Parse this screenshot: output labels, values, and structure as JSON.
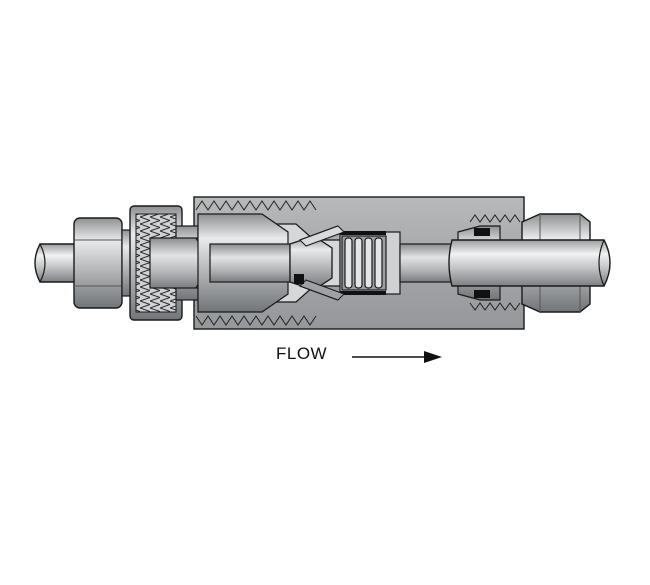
{
  "diagram": {
    "flow_label": "FLOW",
    "flow_direction": "right",
    "colors": {
      "body": "#a9abae",
      "body_dark": "#6f7276",
      "metal_light": "#e6e7e8",
      "metal_mid": "#bcbec0",
      "metal_dark": "#808285",
      "outline": "#1a1a1a",
      "seal": "#111111",
      "arrow": "#111111"
    },
    "components": [
      "inlet-tube",
      "compression-nut",
      "inlet-connector",
      "check-valve-body",
      "poppet",
      "spring",
      "outlet-tube-fitting",
      "outlet-tube"
    ]
  }
}
